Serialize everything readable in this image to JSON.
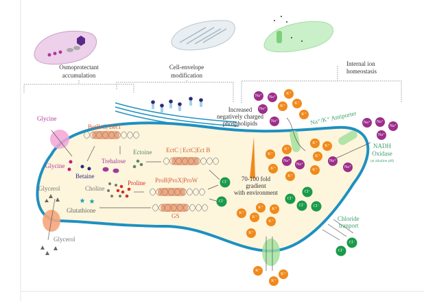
{
  "headers": {
    "osmoprotectant": [
      "Osmoprotectant",
      "accumulation"
    ],
    "envelope": [
      "Cell-envelope",
      "modification"
    ],
    "ion": [
      "Internal ion",
      "homeostasis"
    ]
  },
  "labels": {
    "glycine_out": "Glycine",
    "glycine_in": "Glycine",
    "betaine": "Betaine",
    "betbc": "BetB/C| BetT",
    "trehalose": "Trehalose",
    "ectoine": "Ectoine",
    "ectc": "EctC | EctC|Ect B",
    "proline": "Proline",
    "choline": "Choline",
    "prob": "ProB|ProX|ProW",
    "glycerol_in": "Glycerol",
    "glutathione": "Glutathione",
    "gs": "GS",
    "glycerol_out": "Glycerol",
    "phospholipids": [
      "Increased",
      "negatively charged",
      "phospholipids"
    ],
    "gradient": [
      "70-100 fold",
      "gradient",
      "with environment"
    ],
    "antiporter": "Na⁺/K⁺ Antiporter",
    "nadh": [
      "NADH",
      "Oxidase",
      "(at alkaline pH)"
    ],
    "chloride": [
      "Chloride",
      "tranport"
    ]
  },
  "ions": {
    "na": "Na⁺",
    "k": "K⁺",
    "cl": "Cl⁻"
  },
  "colors": {
    "membrane": "#1e90c0",
    "cytoplasm": "#fdf5dc",
    "sodium": "#9c2f8b",
    "potassium": "#f08a1c",
    "chloride": "#1a9a4a",
    "gene": "#f4a77c",
    "gene_text": "#d0603a",
    "compatible_solute": "#b03a9a",
    "channel": "#9fe09a"
  }
}
